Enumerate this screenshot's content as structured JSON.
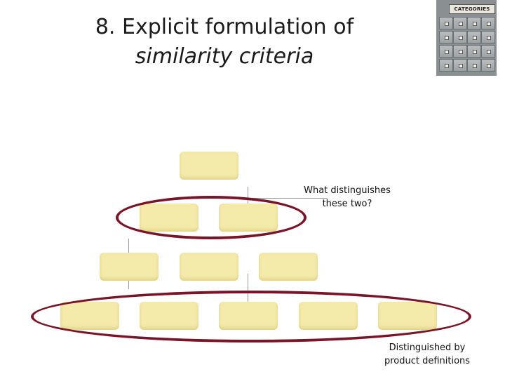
{
  "slide": {
    "title_line1": "8. Explicit formulation of",
    "title_line2": "similarity criteria",
    "badge_label": "CATEGORIES"
  },
  "callouts": {
    "siblings_question": "What distinguishes these two?",
    "leaf_note": "Distinguished by product definitions"
  },
  "colors": {
    "node_fill": "#f4eaaa",
    "ellipse_stroke": "#7a1428",
    "connector": "#9a9a9a"
  },
  "icons": {
    "badge": "filing-cabinet-icon"
  }
}
